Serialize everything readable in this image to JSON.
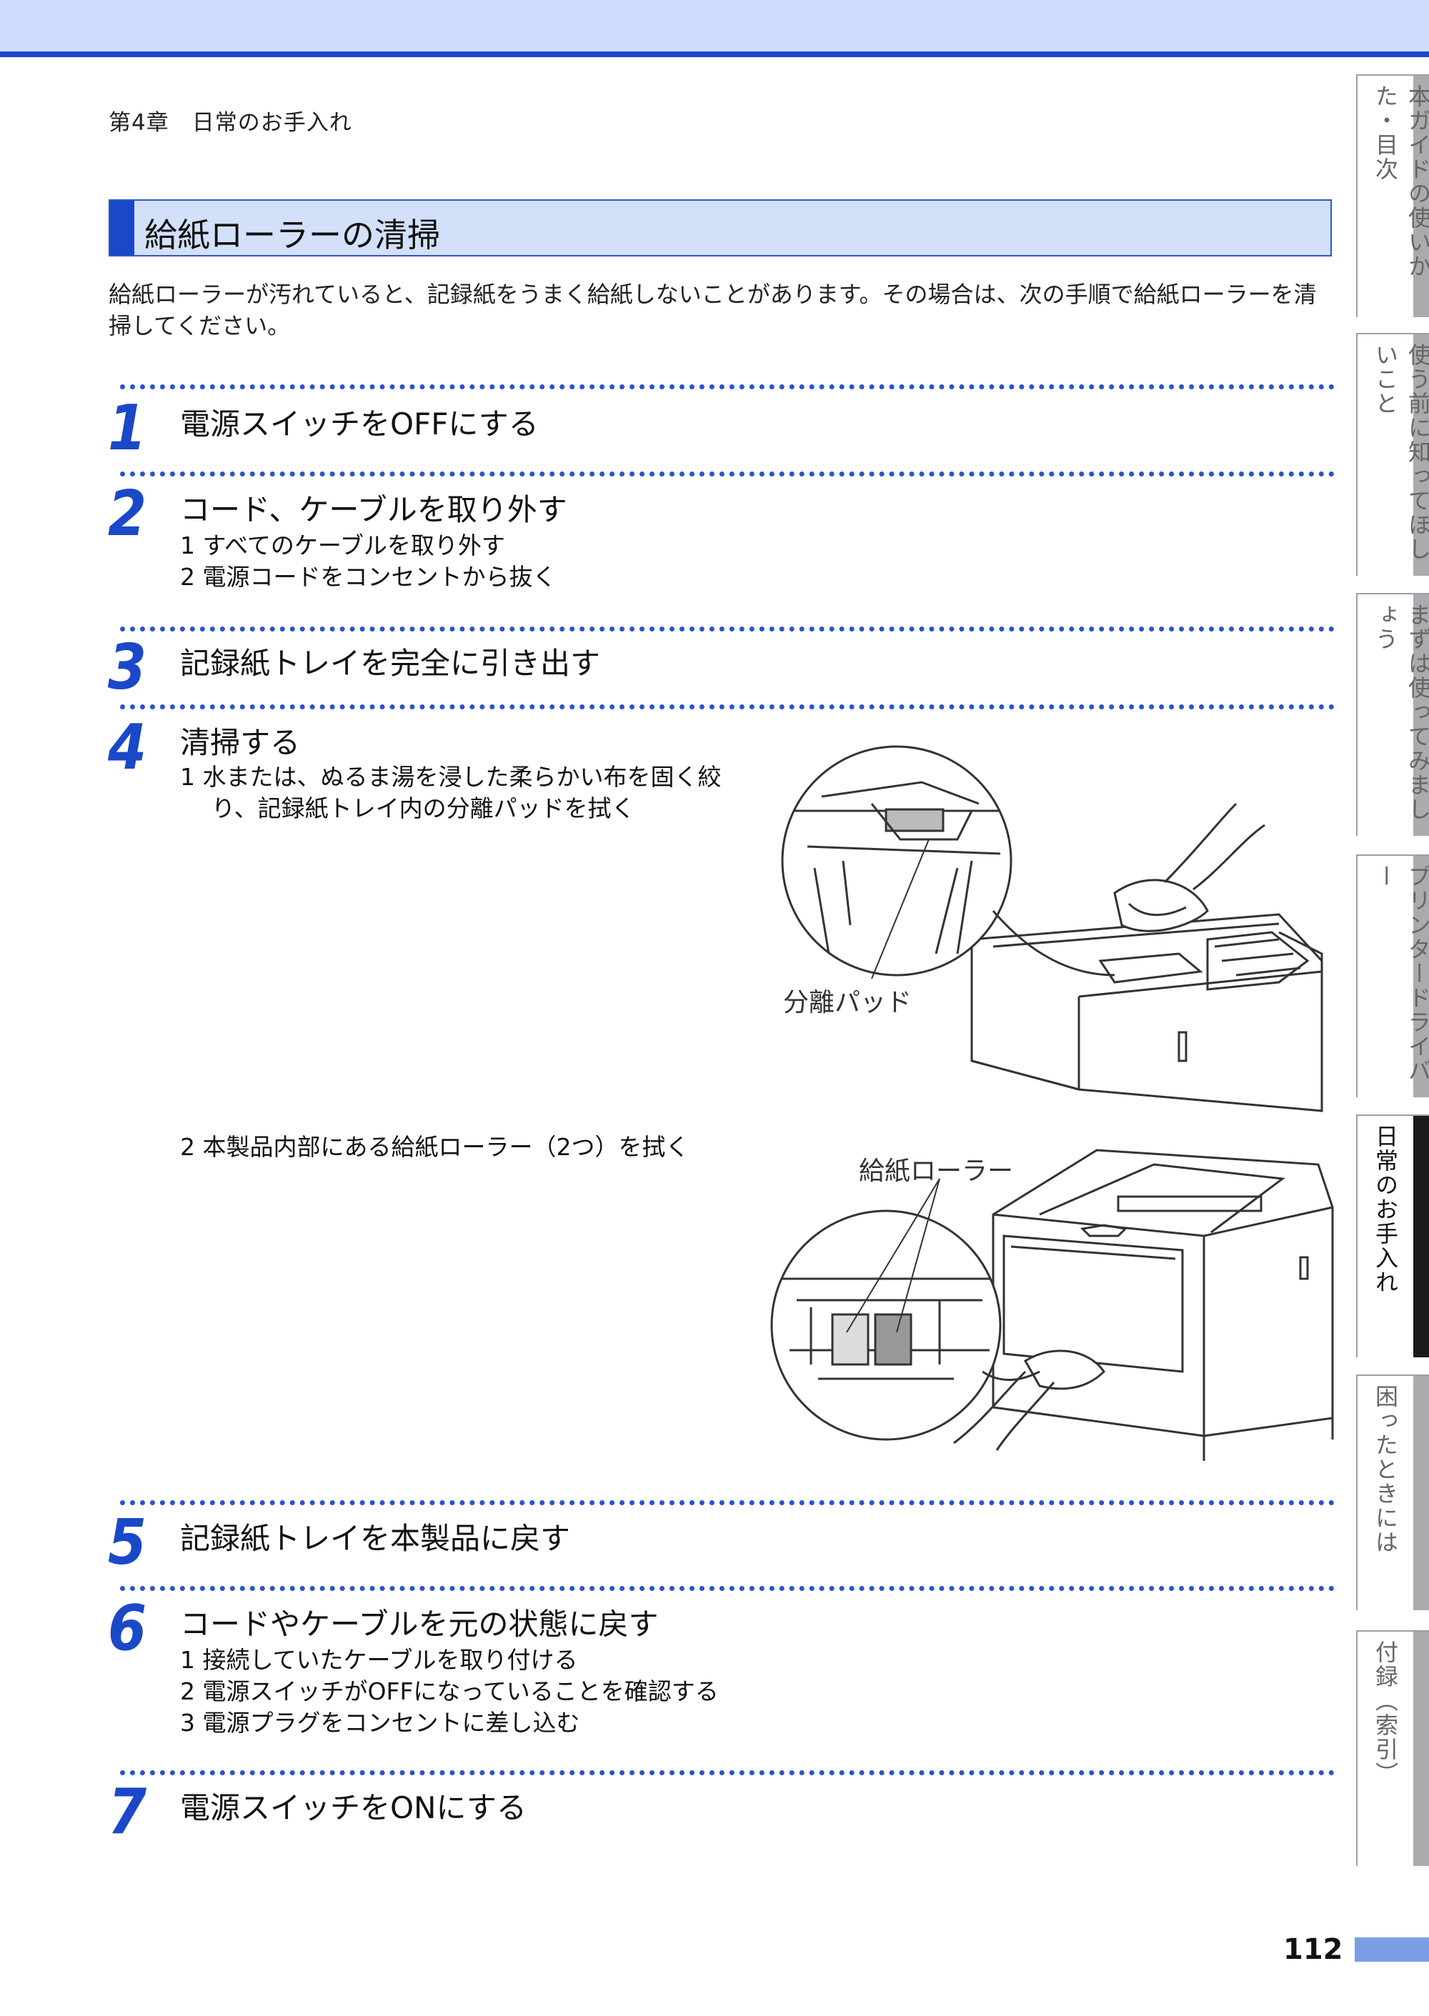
{
  "header": {
    "chapter": "第4章　日常のお手入れ"
  },
  "section": {
    "title": "給紙ローラーの清掃",
    "intro": "給紙ローラーが汚れていると、記録紙をうまく給紙しないことがあります。その場合は、次の手順で給紙ローラーを清掃してください。"
  },
  "steps": [
    {
      "num": "1",
      "title": "電源スイッチをOFFにする",
      "subs": []
    },
    {
      "num": "2",
      "title": "コード、ケーブルを取り外す",
      "subs": [
        "1  すべてのケーブルを取り外す",
        "2  電源コードをコンセントから抜く"
      ]
    },
    {
      "num": "3",
      "title": "記録紙トレイを完全に引き出す",
      "subs": []
    },
    {
      "num": "4",
      "title": "清掃する",
      "subs": [
        "1  水または、ぬるま湯を浸した柔らかい布を固く絞",
        "り、記録紙トレイ内の分離パッドを拭く",
        "2  本製品内部にある給紙ローラー（2つ）を拭く"
      ]
    },
    {
      "num": "5",
      "title": "記録紙トレイを本製品に戻す",
      "subs": []
    },
    {
      "num": "6",
      "title": "コードやケーブルを元の状態に戻す",
      "subs": [
        "1  接続していたケーブルを取り付ける",
        "2  電源スイッチがOFFになっていることを確認する",
        "3  電源プラグをコンセントに差し込む"
      ]
    },
    {
      "num": "7",
      "title": "電源スイッチをONにする",
      "subs": []
    }
  ],
  "figures": {
    "pad_caption": "分離パッド",
    "roller_caption": "給紙ローラー"
  },
  "side_tabs": [
    {
      "label": "本ガイドの使いかた・目次",
      "active": false
    },
    {
      "label": "使う前に知ってほしいこと",
      "active": false
    },
    {
      "label": "まずは使ってみましょう",
      "active": false
    },
    {
      "label": "プリンタードライバー",
      "active": false
    },
    {
      "label": "日常のお手入れ",
      "active": true
    },
    {
      "label": "困ったときには",
      "active": false
    },
    {
      "label": "付録（索引）",
      "active": false
    }
  ],
  "footer": {
    "page_number": "112"
  },
  "colors": {
    "accent": "#1a48c8",
    "title_bg": "#d3e0f9",
    "top_band": "#ccdcfa"
  }
}
